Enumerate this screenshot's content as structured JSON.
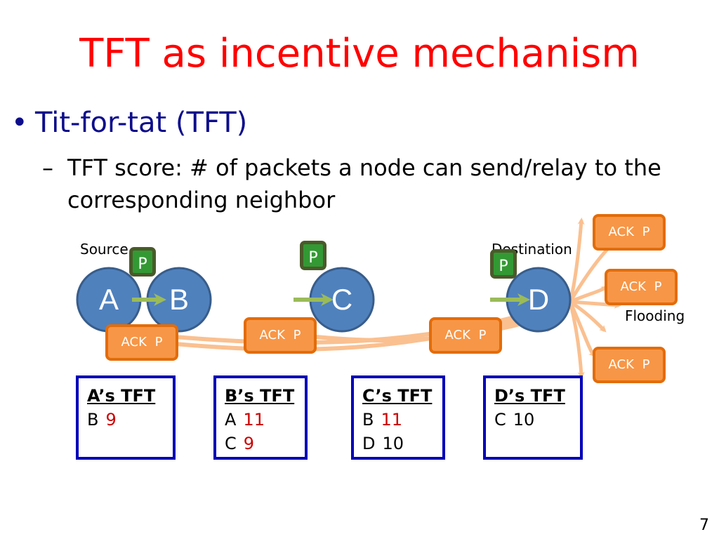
{
  "title": "TFT as incentive mechanism",
  "bullet1": "Tit-for-tat (TFT)",
  "bullet2": "TFT score: # of packets a node can send/relay to the corresponding neighbor",
  "bullet_symbol": "•",
  "dash_symbol": "–",
  "labels": {
    "source": "Source",
    "destination": "Destination",
    "flooding": "Flooding"
  },
  "nodes": [
    "A",
    "B",
    "C",
    "D"
  ],
  "packet_label": "P",
  "ack_label": "ACK P",
  "tables": [
    {
      "header": "A’s TFT",
      "rows": [
        {
          "name": "B",
          "value": "9",
          "highlight": true
        }
      ]
    },
    {
      "header": "B’s TFT",
      "rows": [
        {
          "name": "A",
          "value": "11",
          "highlight": true
        },
        {
          "name": "C",
          "value": "9",
          "highlight": true
        }
      ]
    },
    {
      "header": "C’s TFT",
      "rows": [
        {
          "name": "B",
          "value": "11",
          "highlight": true
        },
        {
          "name": "D",
          "value": "10",
          "highlight": false
        }
      ]
    },
    {
      "header": "D’s TFT",
      "rows": [
        {
          "name": "C",
          "value": "10",
          "highlight": false
        }
      ]
    }
  ],
  "page_number": "7",
  "colors": {
    "title": "#ff0000",
    "bullet1": "#0d0d8c",
    "node_fill": "#4f81bd",
    "node_border": "#385d8a",
    "packet_fill": "#339933",
    "ack_fill": "#f79646",
    "ack_border": "#e36c09",
    "flood_lines": "#fac090",
    "arrow": "#9bbb59",
    "table_border": "#0000b8",
    "highlight_value": "#cc0000"
  }
}
